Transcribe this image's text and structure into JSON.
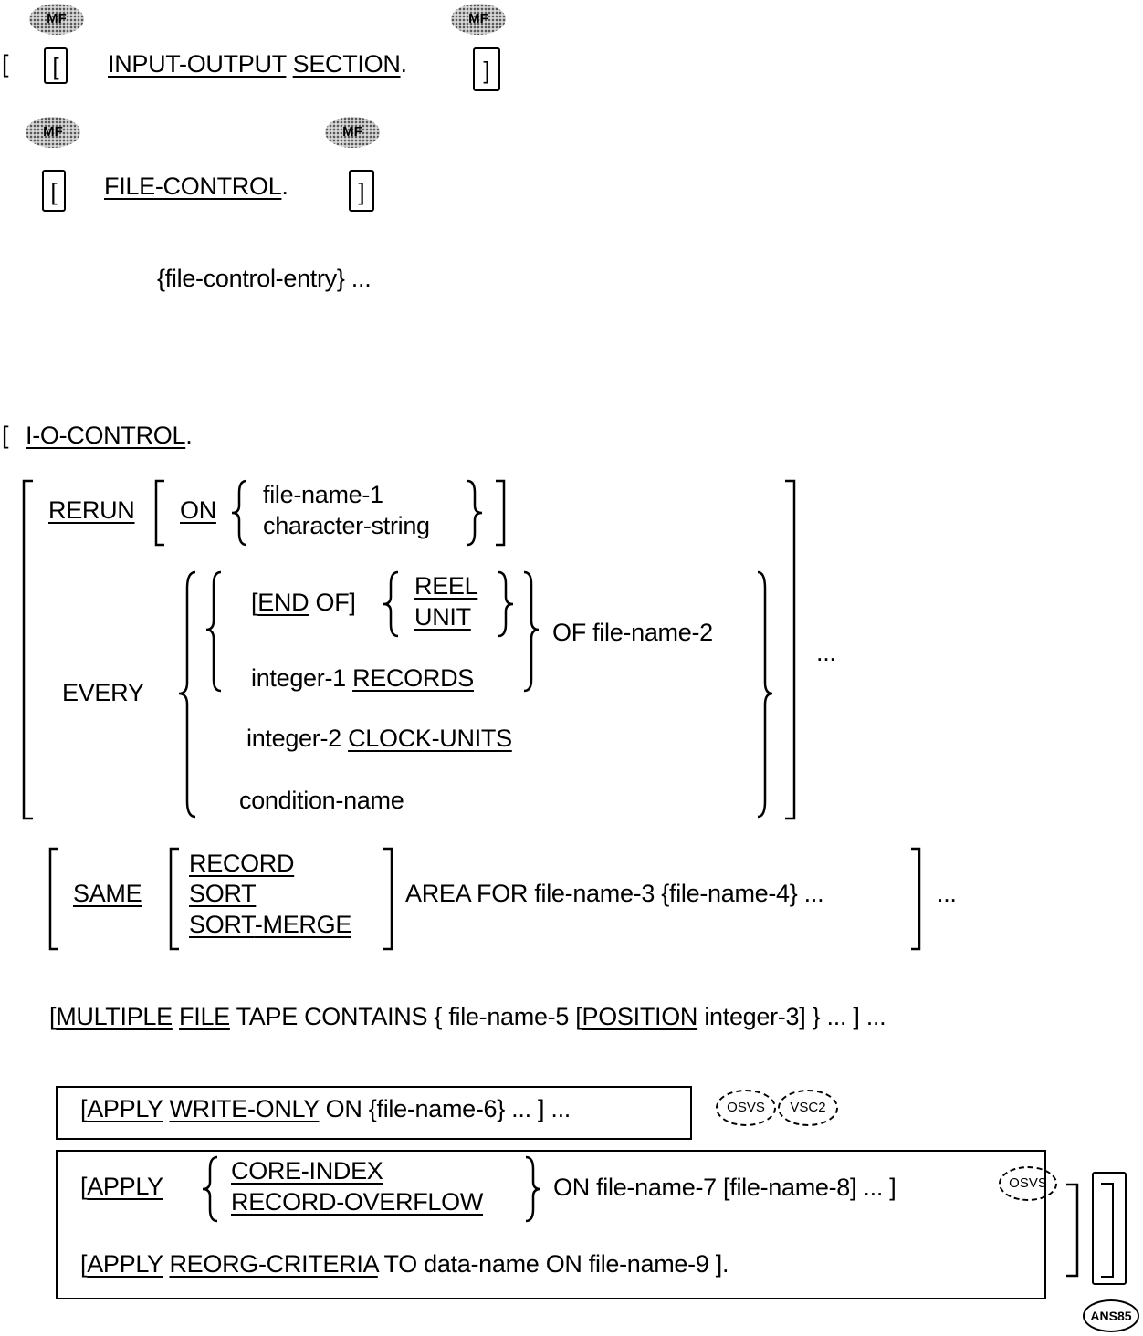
{
  "header": {
    "mf_tag": "MF",
    "lbracket": "[",
    "rbracket": "]",
    "input_output": "INPUT-OUTPUT",
    "section": "SECTION",
    "period": ".",
    "file_control": "FILE-CONTROL",
    "file_control_entry": "{file-control-entry} ..."
  },
  "io_control": {
    "label": "I-O-CONTROL",
    "period": ".",
    "rerun": "RERUN",
    "on": "ON",
    "file_name_1": "file-name-1",
    "character_string": "character-string",
    "end_open": "[",
    "end": "END",
    "of_close": " OF]",
    "reel": "REEL",
    "unit": "UNIT",
    "of_file_name_2": "OF file-name-2",
    "integer_1": "integer-1 ",
    "records": "RECORDS",
    "every": "EVERY",
    "integer_2": "integer-2 ",
    "clock_units": "CLOCK-UNITS",
    "condition_name": "condition-name",
    "ellipsis": "..."
  },
  "same": {
    "same": "SAME",
    "record": "RECORD",
    "sort": "SORT",
    "sort_merge_sort": "SORT",
    "sort_merge_rest": "-MERGE",
    "area_for": "AREA FOR file-name-3 {file-name-4} ...",
    "ellipsis": "..."
  },
  "multiple": {
    "open": "[",
    "multiple": "MULTIPLE",
    "file": "FILE",
    "tape_contains": " TAPE CONTAINS { file-name-5 [",
    "position": "POSITION",
    "tail": " integer-3] } ... ] ..."
  },
  "apply1": {
    "open": "[",
    "apply": "APPLY",
    "write_only": "WRITE-ONLY",
    "tail": " ON {file-name-6} ... ] ..."
  },
  "apply2": {
    "open": "[",
    "apply": "APPLY",
    "core_index": "CORE-INDEX",
    "record_overflow": "RECORD-OVERFLOW",
    "tail": "ON file-name-7 [file-name-8] ... ]"
  },
  "apply3": {
    "open": "[",
    "apply": "APPLY",
    "reorg": "REORG-CRITERIA",
    "tail": " TO data-name ON file-name-9 ]."
  },
  "badges": {
    "osvs": "OSVS",
    "vsc2": "VSC2",
    "ans85": "ANS85"
  }
}
